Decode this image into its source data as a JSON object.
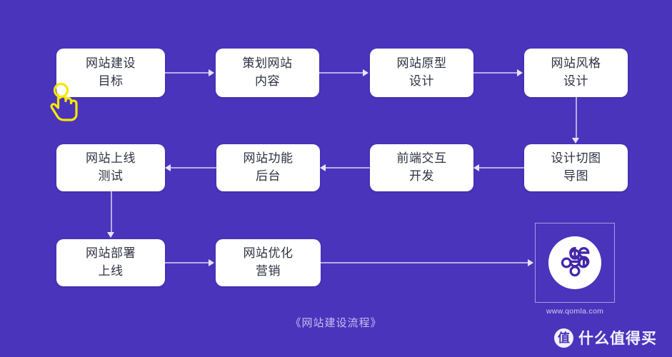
{
  "meta": {
    "background_color": "#4a34bc",
    "node_fill": "#ffffff",
    "node_text_color": "#2d3142",
    "connector_color": "#b9abe8",
    "caption_color": "#c9bff0",
    "cursor_color": "#f5e900"
  },
  "diagram": {
    "caption": "《网站建设流程》",
    "rows": [
      {
        "id": "row-1",
        "direction": "left-to-right",
        "nodes": [
          {
            "id": "node-1",
            "lines": [
              "网站建设",
              "目标"
            ]
          },
          {
            "id": "node-2",
            "lines": [
              "策划网站",
              "内容"
            ]
          },
          {
            "id": "node-3",
            "lines": [
              "网站原型",
              "设计"
            ]
          },
          {
            "id": "node-4",
            "lines": [
              "网站风格",
              "设计"
            ]
          }
        ]
      },
      {
        "id": "row-2",
        "direction": "right-to-left",
        "nodes": [
          {
            "id": "node-8",
            "lines": [
              "网站上线",
              "测试"
            ]
          },
          {
            "id": "node-7",
            "lines": [
              "网站功能",
              "后台"
            ]
          },
          {
            "id": "node-6",
            "lines": [
              "前端交互",
              "开发"
            ]
          },
          {
            "id": "node-5",
            "lines": [
              "设计切图",
              "导图"
            ]
          }
        ]
      },
      {
        "id": "row-3",
        "direction": "left-to-right",
        "nodes": [
          {
            "id": "node-9",
            "lines": [
              "网站部署",
              "上线"
            ]
          },
          {
            "id": "node-10",
            "lines": [
              "网站优化",
              "营销"
            ]
          }
        ]
      }
    ]
  },
  "logo_panel": {
    "icon_name": "qomla-clover-logo",
    "url": "www.qomla.com"
  },
  "cursor": {
    "icon_name": "tap-hand-cursor"
  },
  "watermark": {
    "badge_char": "值",
    "text": "什么值得买"
  }
}
